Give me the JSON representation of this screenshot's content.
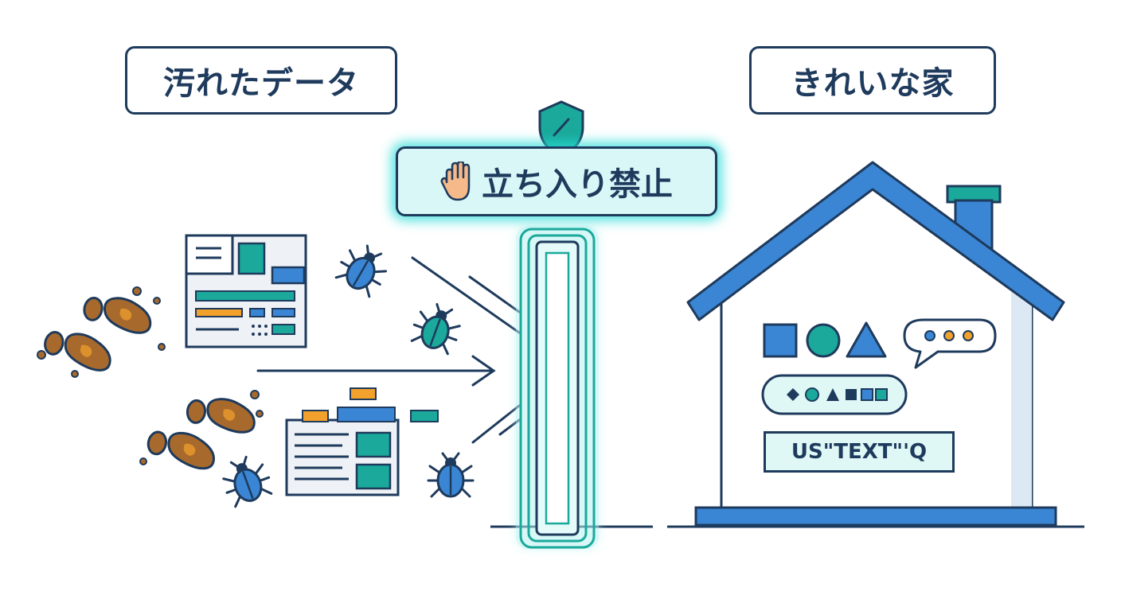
{
  "labels": {
    "dirty_data": "汚れたデータ",
    "clean_house": "きれいな家",
    "no_entry": "立ち入り禁止"
  },
  "house": {
    "text_field": "US\"TEXT\"'Q"
  },
  "icons": [
    "footprint-icon",
    "bug-icon",
    "document-icon",
    "shield-icon",
    "hand-stop-icon",
    "house-icon",
    "chat-bubble-icon",
    "shapes-icon"
  ],
  "colors": {
    "outline": "#1e3a5c",
    "teal": "#1aa99b",
    "blue": "#3a86d4",
    "mud": "#a86a2c",
    "glow": "#28dcd7",
    "orange": "#f2a22c"
  }
}
